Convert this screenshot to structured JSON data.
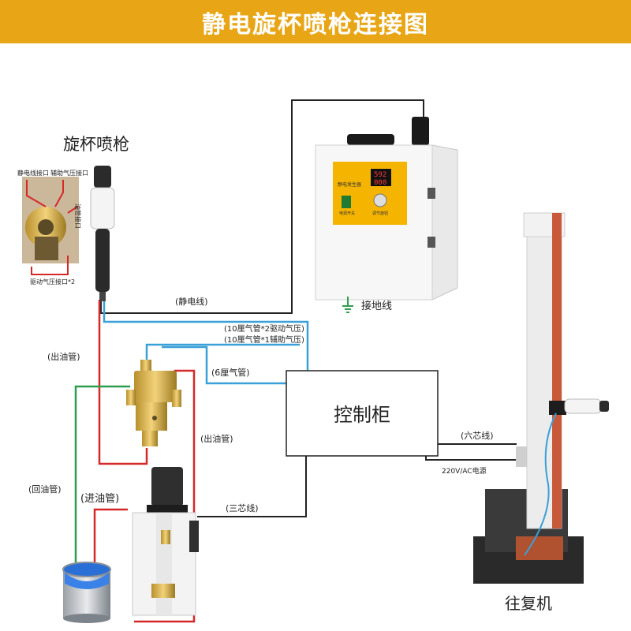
{
  "banner": {
    "title": "静电旋杯喷枪连接图"
  },
  "labels": {
    "gun_title": "旋杯喷枪",
    "port_static": "静电线接口",
    "port_aux_air": "辅助气压接口",
    "port_oil": "油管接口",
    "port_drive_air": "驱动气压接口*2",
    "static_wire": "(静电线)",
    "ground_wire": "接地线",
    "hose_drive": "(10厘气管*2驱动气压)",
    "hose_aux": "(10厘气管*1辅助气压)",
    "hose_6mm": "(6厘气管)",
    "oil_out_1": "(出油管)",
    "oil_out_2": "(出油管)",
    "control_cabinet": "控制柜",
    "six_core": "(六芯线)",
    "power": "220V/AC电源",
    "three_core": "(三芯线)",
    "oil_return": "(回油管)",
    "oil_in": "(进油管)",
    "reciprocator": "往复机"
  },
  "generator_panel": {
    "title": "静电发生器",
    "display_top": "592",
    "display_bottom": "000",
    "power_switch": "电源开关",
    "knob": "调节旋钮"
  },
  "colors": {
    "banner": "#e8a616",
    "air_hose": "#3aa0d8",
    "oil_out": "#d62828",
    "oil_return": "#2e9e4f",
    "wire": "#222222"
  }
}
